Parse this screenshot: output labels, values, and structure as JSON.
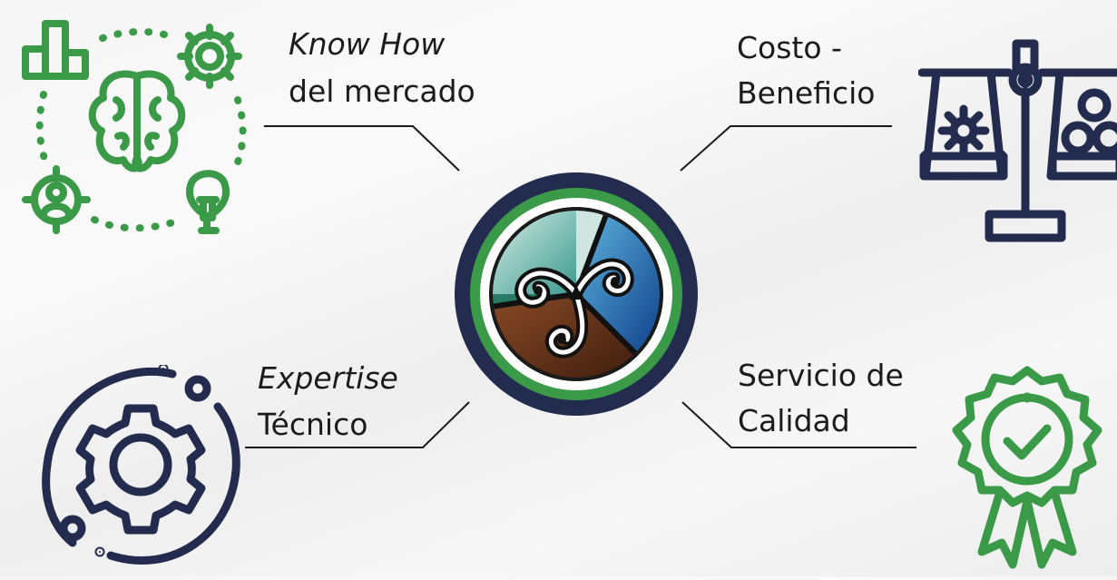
{
  "labels": {
    "know_how": {
      "line1": "Know How",
      "line2": "del mercado"
    },
    "costo": {
      "line1": "Costo -",
      "line2": "Beneficio"
    },
    "expertise": {
      "line1": "Expertise",
      "line2": "Técnico"
    },
    "servicio": {
      "line1": "Servicio de",
      "line2": "Calidad"
    }
  },
  "icons": {
    "top_left": "brain-analytics-icon",
    "top_right": "balance-scale-icon",
    "bottom_left": "gear-orbit-icon",
    "bottom_right": "quality-badge-icon",
    "center": "triskelion-logo"
  },
  "colors": {
    "green": "#3a9a47",
    "navy": "#232c4e",
    "line": "#1a1a1a"
  }
}
